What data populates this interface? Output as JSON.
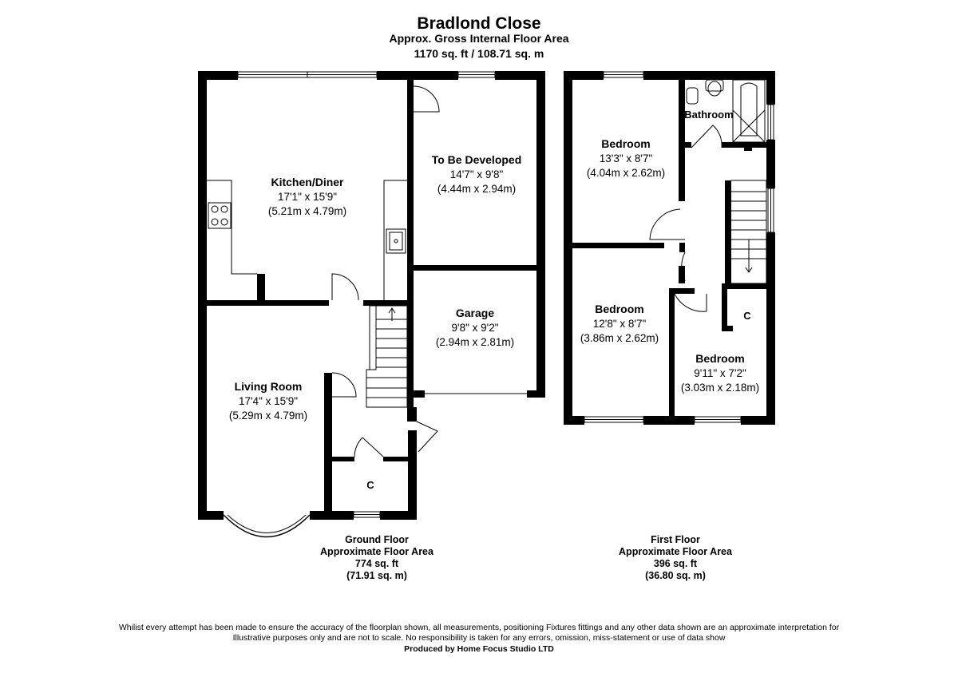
{
  "header": {
    "title": "Bradlond Close",
    "subtitle": "Approx. Gross Internal Floor Area",
    "total_area": "1170 sq. ft / 108.71 sq. m"
  },
  "rooms": {
    "kitchen": {
      "name": "Kitchen/Diner",
      "imperial": "17'1\" x 15'9\"",
      "metric": "(5.21m x 4.79m)"
    },
    "develop": {
      "name": "To Be Developed",
      "imperial": "14'7\" x 9'8\"",
      "metric": "(4.44m x 2.94m)"
    },
    "garage": {
      "name": "Garage",
      "imperial": "9'8\" x 9'2\"",
      "metric": "(2.94m x 2.81m)"
    },
    "living": {
      "name": "Living Room",
      "imperial": "17'4\" x 15'9\"",
      "metric": "(5.29m x 4.79m)"
    },
    "cupboard_gf": {
      "name": "C"
    },
    "bed1": {
      "name": "Bedroom",
      "imperial": "13'3\" x 8'7\"",
      "metric": "(4.04m x 2.62m)"
    },
    "bathroom": {
      "name": "Bathroom"
    },
    "bed2": {
      "name": "Bedroom",
      "imperial": "12'8\" x 8'7\"",
      "metric": "(3.86m x 2.62m)"
    },
    "bed3": {
      "name": "Bedroom",
      "imperial": "9'11\" x 7'2\"",
      "metric": "(3.03m x 2.18m)"
    },
    "cupboard_ff": {
      "name": "C"
    }
  },
  "floors": {
    "ground": {
      "name": "Ground Floor",
      "label": "Approximate Floor Area",
      "sqft": "774 sq. ft",
      "sqm": "(71.91 sq. m)"
    },
    "first": {
      "name": "First Floor",
      "label": "Approximate Floor Area",
      "sqft": "396 sq. ft",
      "sqm": "(36.80 sq. m)"
    }
  },
  "disclaimer": {
    "line1": "Whilist every attempt has been made to ensure the accuracy of the floorplan shown, all measurements, positioning Fixtures fittings and any other data shown are an approximate interpretation for",
    "line2": "Illustrative purposes only  and are not to scale. No responsibility is taken for any errors, omission, miss-statement or use of data show",
    "credit": "Produced by Home Focus Studio LTD"
  }
}
